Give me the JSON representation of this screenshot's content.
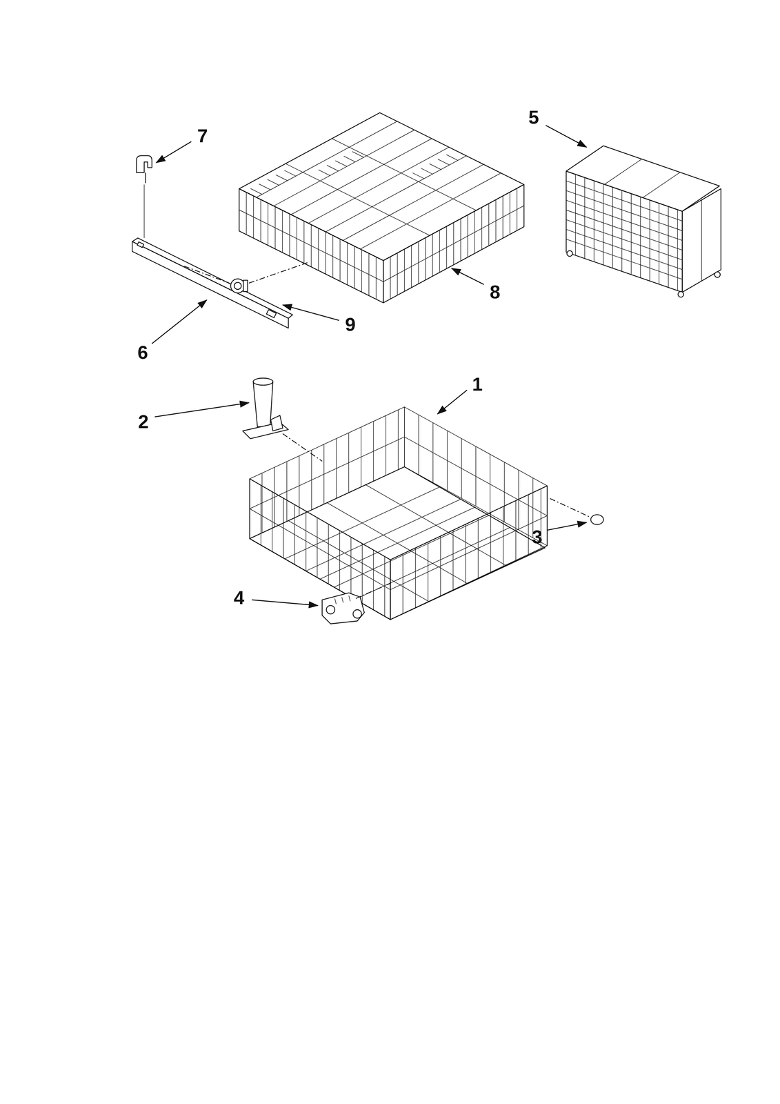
{
  "diagram": {
    "labels": [
      "5",
      "7",
      "8",
      "9",
      "6",
      "1",
      "2",
      "3",
      "4"
    ]
  }
}
